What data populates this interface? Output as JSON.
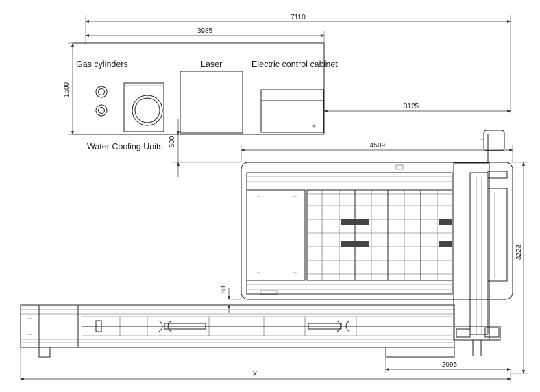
{
  "labels": {
    "gas_cylinders": "Gas cylinders",
    "laser": "Laser",
    "electric_cabinet": "Electric control cabinet",
    "water_cooling": "Water Cooling Units"
  },
  "dimensions": {
    "overall_width": "7110",
    "left_width": "3985",
    "height_1500": "1500",
    "cabinet_offset": "3125",
    "gap_500": "500",
    "table_width": "4509",
    "depth_3223": "3223",
    "gap_68": "68",
    "right_2095": "2095",
    "x_length": "X"
  }
}
